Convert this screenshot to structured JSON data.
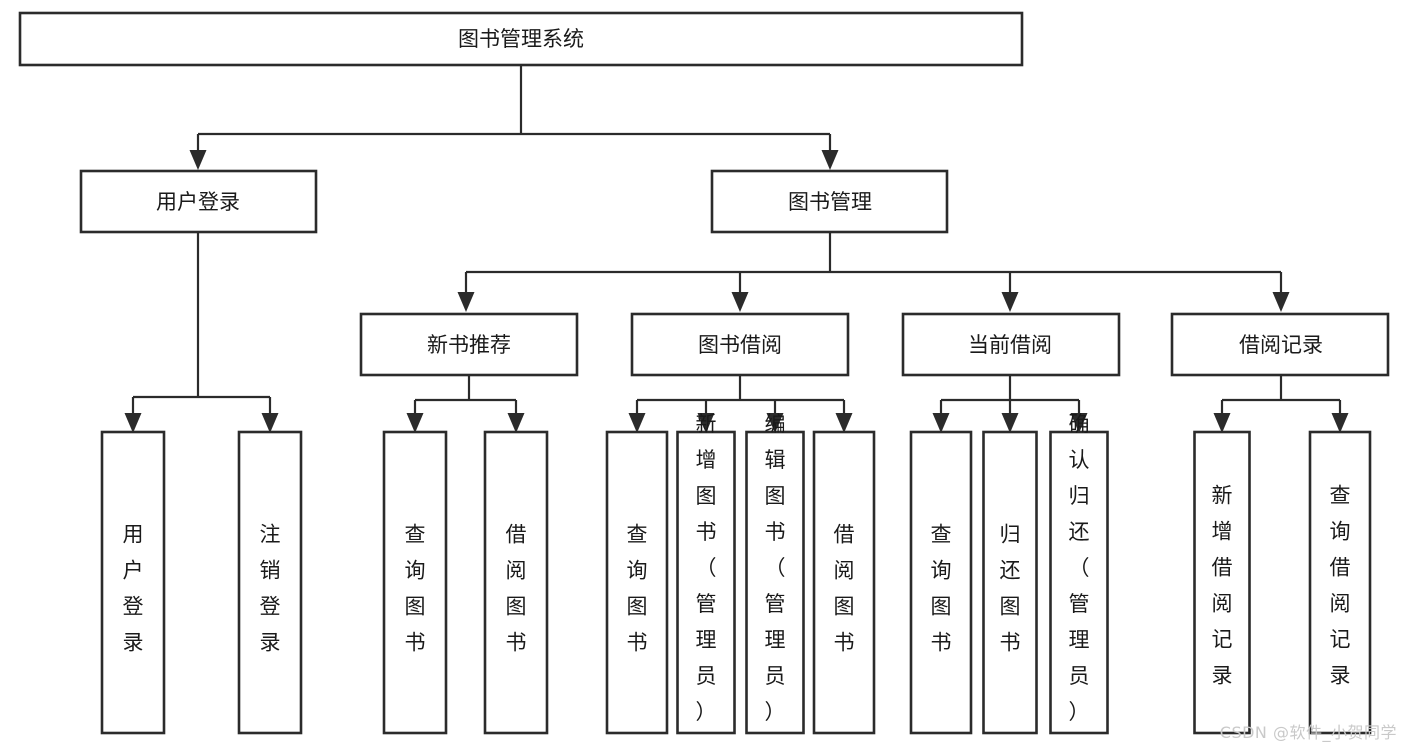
{
  "diagram": {
    "type": "tree",
    "title": "图书管理系统",
    "orientation": "top-down",
    "arrow_style": "filled-triangle",
    "colors": {
      "box_stroke": "#2b2b2b",
      "box_fill": "#ffffff",
      "connector": "#2b2b2b",
      "text": "#1a1a1a",
      "background": "#ffffff",
      "watermark": "#c9c9c9"
    },
    "root": {
      "id": "root",
      "label": "图书管理系统",
      "orientation_text": "horizontal"
    },
    "level2": [
      {
        "id": "user-login",
        "label": "用户登录",
        "orientation_text": "horizontal"
      },
      {
        "id": "book-manage",
        "label": "图书管理",
        "orientation_text": "horizontal"
      }
    ],
    "level3": [
      {
        "id": "new-book-rec",
        "label": "新书推荐",
        "parent": "book-manage",
        "orientation_text": "horizontal"
      },
      {
        "id": "book-borrow",
        "label": "图书借阅",
        "parent": "book-manage",
        "orientation_text": "horizontal"
      },
      {
        "id": "current-borrow",
        "label": "当前借阅",
        "parent": "book-manage",
        "orientation_text": "horizontal"
      },
      {
        "id": "borrow-record",
        "label": "借阅记录",
        "parent": "book-manage",
        "orientation_text": "horizontal"
      }
    ],
    "leaves": [
      {
        "id": "leaf-user-login",
        "label": "用户登录",
        "parent": "user-login",
        "orientation_text": "vertical"
      },
      {
        "id": "leaf-user-logout",
        "label": "注销登录",
        "parent": "user-login",
        "orientation_text": "vertical"
      },
      {
        "id": "leaf-query-book-1",
        "label": "查询图书",
        "parent": "new-book-rec",
        "orientation_text": "vertical"
      },
      {
        "id": "leaf-borrow-book-1",
        "label": "借阅图书",
        "parent": "new-book-rec",
        "orientation_text": "vertical"
      },
      {
        "id": "leaf-query-book-2",
        "label": "查询图书",
        "parent": "book-borrow",
        "orientation_text": "vertical"
      },
      {
        "id": "leaf-add-book",
        "label": "新增图书（管理员）",
        "parent": "book-borrow",
        "orientation_text": "vertical"
      },
      {
        "id": "leaf-edit-book",
        "label": "编辑图书（管理员）",
        "parent": "book-borrow",
        "orientation_text": "vertical"
      },
      {
        "id": "leaf-borrow-book-2",
        "label": "借阅图书",
        "parent": "book-borrow",
        "orientation_text": "vertical"
      },
      {
        "id": "leaf-query-book-3",
        "label": "查询图书",
        "parent": "current-borrow",
        "orientation_text": "vertical"
      },
      {
        "id": "leaf-return-book",
        "label": "归还图书",
        "parent": "current-borrow",
        "orientation_text": "vertical"
      },
      {
        "id": "leaf-confirm-return",
        "label": "确认归还（管理员）",
        "parent": "current-borrow",
        "orientation_text": "vertical"
      },
      {
        "id": "leaf-add-record",
        "label": "新增借阅记录",
        "parent": "borrow-record",
        "orientation_text": "vertical"
      },
      {
        "id": "leaf-query-record",
        "label": "查询借阅记录",
        "parent": "borrow-record",
        "orientation_text": "vertical"
      }
    ]
  },
  "watermark": {
    "text": "CSDN @软件_小贺同学"
  }
}
